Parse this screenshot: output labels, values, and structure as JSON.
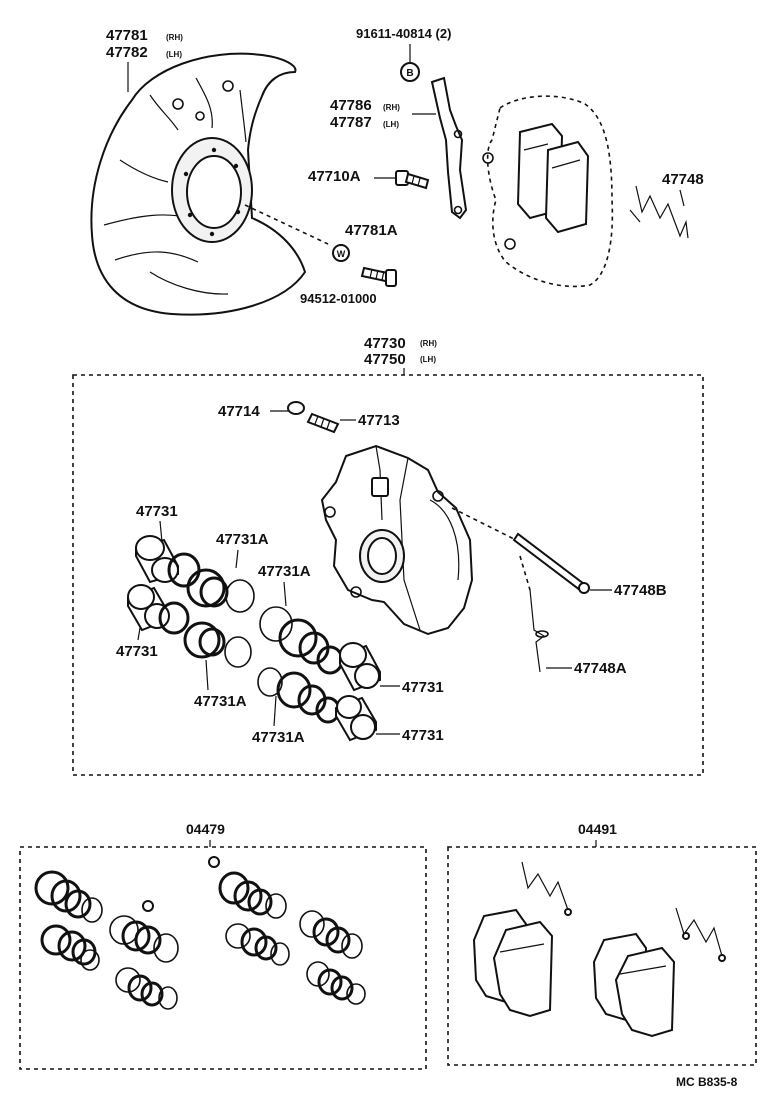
{
  "labels": {
    "shield_rh": "47781",
    "shield_rh_side": "(RH)",
    "shield_lh": "47782",
    "shield_lh_side": "(LH)",
    "bolt_top": "91611-40814 (2)",
    "bracket_rh": "47786",
    "bracket_rh_side": "(RH)",
    "bracket_lh": "47787",
    "bracket_lh_side": "(LH)",
    "bolt_a": "47710A",
    "clip": "47748",
    "bolt_shield": "47781A",
    "washer": "94512-01000",
    "caliper_rh": "47730",
    "caliper_rh_side": "(RH)",
    "caliper_lh": "47750",
    "caliper_lh_side": "(LH)",
    "cap": "47714",
    "bleeder": "47713",
    "piston_1": "47731",
    "seal_1": "47731A",
    "seal_2": "47731A",
    "piston_2": "47731",
    "seal_3": "47731A",
    "seal_4": "47731A",
    "piston_3": "47731",
    "piston_4": "47731",
    "pin": "47748B",
    "spring": "47748A",
    "kit_cylinder": "04479",
    "kit_pad": "04491",
    "footer_code": "MC   B835-8"
  },
  "markers": {
    "bolt_marker": "B",
    "washer_marker": "W"
  }
}
